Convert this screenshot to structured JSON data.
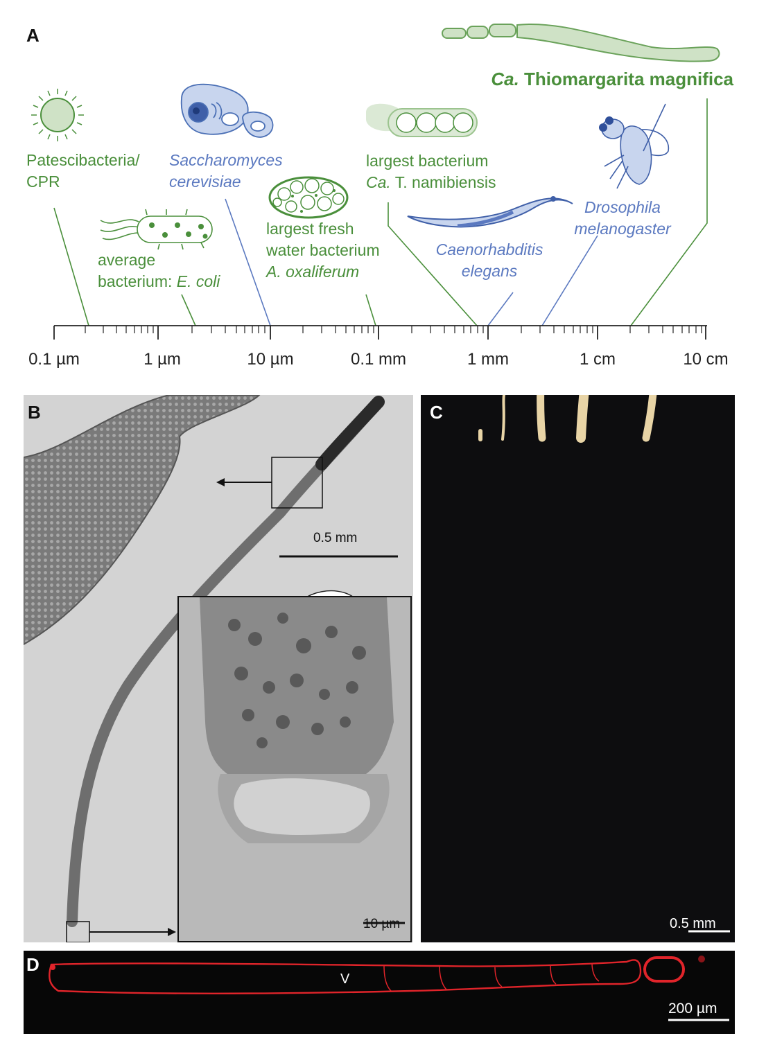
{
  "panelA": {
    "letter": "A",
    "labels": {
      "patesci_line1": "Patescibacteria/",
      "patesci_line2": "CPR",
      "ecoli_line1": "average",
      "ecoli_line2a": "bacterium: ",
      "ecoli_line2b": "E. coli",
      "yeast_line1": "Saccharomyces",
      "yeast_line2": "cerevisiae",
      "aoxa_line1": "largest fresh",
      "aoxa_line2": "water bacterium",
      "aoxa_line3": "A. oxaliferum",
      "tnam_line1": "largest bacterium",
      "tnam_line2a": "Ca.",
      "tnam_line2b": " T. namibiensis",
      "celegans_line1": "Caenorhabditis",
      "celegans_line2": "elegans",
      "dros_line1": "Drosophila",
      "dros_line2": "melanogaster",
      "tmag_a": "Ca.",
      "tmag_b": " Thiomargarita magnifica"
    },
    "axis_ticks": [
      "0.1 µm",
      "1 µm",
      "10 µm",
      "0.1 mm",
      "1 mm",
      "1 cm",
      "10 cm"
    ],
    "colors": {
      "green": "#4a8f3b",
      "blue": "#5b79c0",
      "light_green": "#cfe2c6",
      "light_blue": "#c8d5ee"
    }
  },
  "panelB": {
    "letter": "B",
    "scalebar_main": "0.5 mm",
    "scalebar_inset": "10 µm"
  },
  "panelC": {
    "letter": "C",
    "scalebar": "0.5 mm"
  },
  "panelD": {
    "letter": "D",
    "vacuole_label": "V",
    "scalebar": "200 µm"
  }
}
